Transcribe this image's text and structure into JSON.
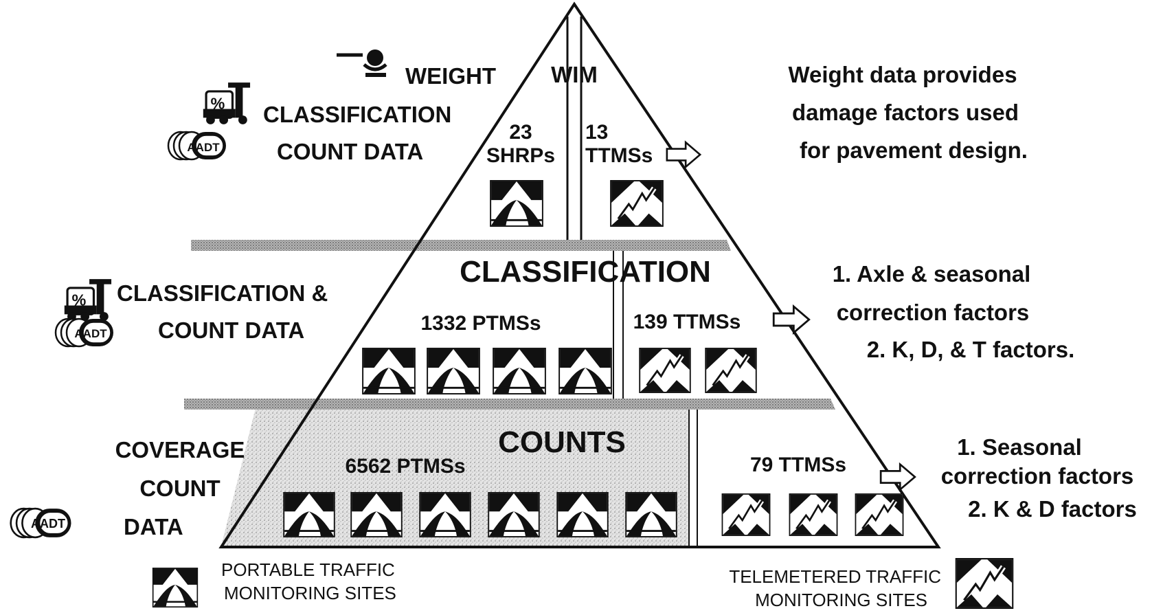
{
  "top_tier": {
    "left_labels": [
      "WEIGHT",
      "CLASSIFICATION",
      "COUNT DATA"
    ],
    "center_label": "WIM",
    "shrp_count": "23",
    "shrp_label": "SHRPs",
    "ttms_count": "13",
    "ttms_label": "TTMSs",
    "right_note": [
      "Weight data provides",
      "damage factors used",
      "for pavement design."
    ]
  },
  "middle_tier": {
    "left_labels": [
      "CLASSIFICATION &",
      "COUNT DATA"
    ],
    "title": "CLASSIFICATION",
    "ptms_label": "1332 PTMSs",
    "ttms_label": "139  TTMSs",
    "right_note": [
      "1. Axle & seasonal",
      "correction factors",
      "2. K, D, & T factors."
    ]
  },
  "bottom_tier": {
    "left_labels": [
      "COVERAGE",
      "COUNT",
      "DATA"
    ],
    "title": "COUNTS",
    "ptms_label": "6562 PTMSs",
    "ttms_label": "79 TTMSs",
    "right_note": [
      "1. Seasonal",
      "correction factors",
      "2. K & D factors"
    ]
  },
  "badges": {
    "aadt": "AADT",
    "percent": "%"
  },
  "legend": {
    "portable": [
      "PORTABLE TRAFFIC",
      "MONITORING SITES"
    ],
    "telemetered": [
      "TELEMETERED TRAFFIC",
      "MONITORING SITES"
    ]
  },
  "colors": {
    "ink": "#111111",
    "band": "#9a9a9a",
    "speckle": "#d6d6d6",
    "background": "#ffffff"
  },
  "icons": {
    "portable_site": "portable-site-icon",
    "telemetered_site": "telemetered-site-icon",
    "arrow": "right-arrow-icon",
    "truck": "truck-icon",
    "aadt": "aadt-coin-icon",
    "wim_sensor": "wim-sensor-icon"
  }
}
